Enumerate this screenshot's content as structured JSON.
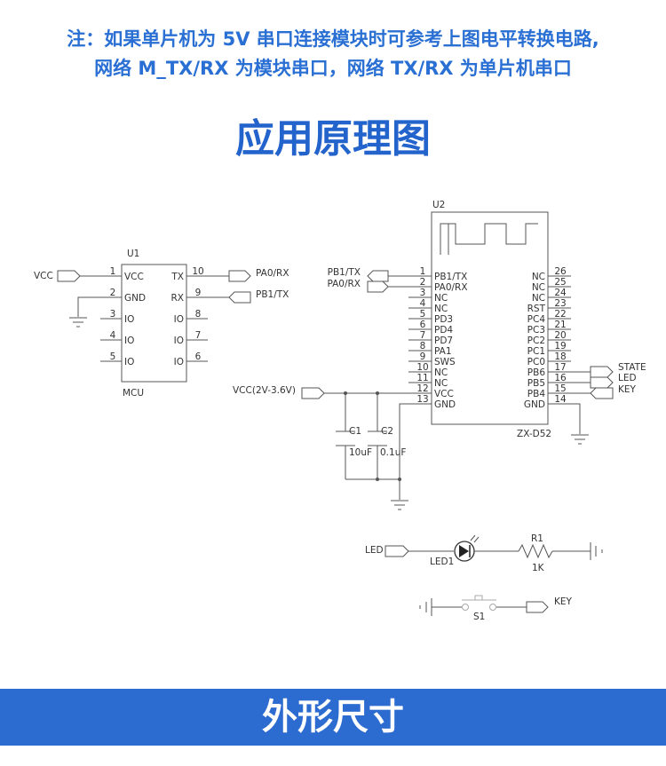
{
  "note": {
    "line1": "注：如果单片机为 5V 串口连接模块时可参考上图电平转换电路,",
    "line2": "网络 M_TX/RX 为模块串口，网络 TX/RX 为单片机串口"
  },
  "section_title": "应用原理图",
  "banner_title": "外形尺寸",
  "colors": {
    "accent": "#2c6bd0",
    "text_blue": "#2a6fd3",
    "wire": "#555555"
  },
  "u1": {
    "ref": "U1",
    "name": "MCU",
    "left_pins": [
      {
        "num": "1",
        "label": "VCC"
      },
      {
        "num": "2",
        "label": "GND"
      },
      {
        "num": "3",
        "label": "IO"
      },
      {
        "num": "4",
        "label": "IO"
      },
      {
        "num": "5",
        "label": "IO"
      }
    ],
    "right_pins": [
      {
        "num": "10",
        "label": "TX"
      },
      {
        "num": "9",
        "label": "RX"
      },
      {
        "num": "8",
        "label": "IO"
      },
      {
        "num": "7",
        "label": "IO"
      },
      {
        "num": "6",
        "label": "IO"
      }
    ],
    "ports": {
      "vcc": "VCC",
      "tx_net": "PA0/RX",
      "rx_net": "PB1/TX"
    }
  },
  "u2": {
    "ref": "U2",
    "name": "ZX-D52",
    "left_pins": [
      {
        "num": "1",
        "label": "PB1/TX"
      },
      {
        "num": "2",
        "label": "PA0/RX"
      },
      {
        "num": "3",
        "label": "NC"
      },
      {
        "num": "4",
        "label": "NC"
      },
      {
        "num": "5",
        "label": "PD3"
      },
      {
        "num": "6",
        "label": "PD4"
      },
      {
        "num": "7",
        "label": "PD7"
      },
      {
        "num": "8",
        "label": "PA1"
      },
      {
        "num": "9",
        "label": "SWS"
      },
      {
        "num": "10",
        "label": "NC"
      },
      {
        "num": "11",
        "label": "NC"
      },
      {
        "num": "12",
        "label": "VCC"
      },
      {
        "num": "13",
        "label": "GND"
      }
    ],
    "right_pins": [
      {
        "num": "26",
        "label": "NC"
      },
      {
        "num": "25",
        "label": "NC"
      },
      {
        "num": "24",
        "label": "NC"
      },
      {
        "num": "23",
        "label": "RST"
      },
      {
        "num": "22",
        "label": "PC4"
      },
      {
        "num": "21",
        "label": "PC3"
      },
      {
        "num": "20",
        "label": "PC2"
      },
      {
        "num": "19",
        "label": "PC1"
      },
      {
        "num": "18",
        "label": "PC0"
      },
      {
        "num": "17",
        "label": "PB6"
      },
      {
        "num": "16",
        "label": "PB5"
      },
      {
        "num": "15",
        "label": "PB4"
      },
      {
        "num": "14",
        "label": "GND"
      }
    ],
    "left_ports": [
      "PB1/TX",
      "PA0/RX"
    ],
    "right_ports": [
      "STATE",
      "LED",
      "KEY"
    ],
    "vcc_port": "VCC(2V-3.6V)",
    "c1": {
      "ref": "C1",
      "value": "10uF"
    },
    "c2": {
      "ref": "C2",
      "value": "0.1uF"
    }
  },
  "led_circuit": {
    "port": "LED",
    "led_ref": "LED1",
    "r_ref": "R1",
    "r_value": "1K"
  },
  "key_circuit": {
    "port": "KEY",
    "switch_ref": "S1"
  }
}
